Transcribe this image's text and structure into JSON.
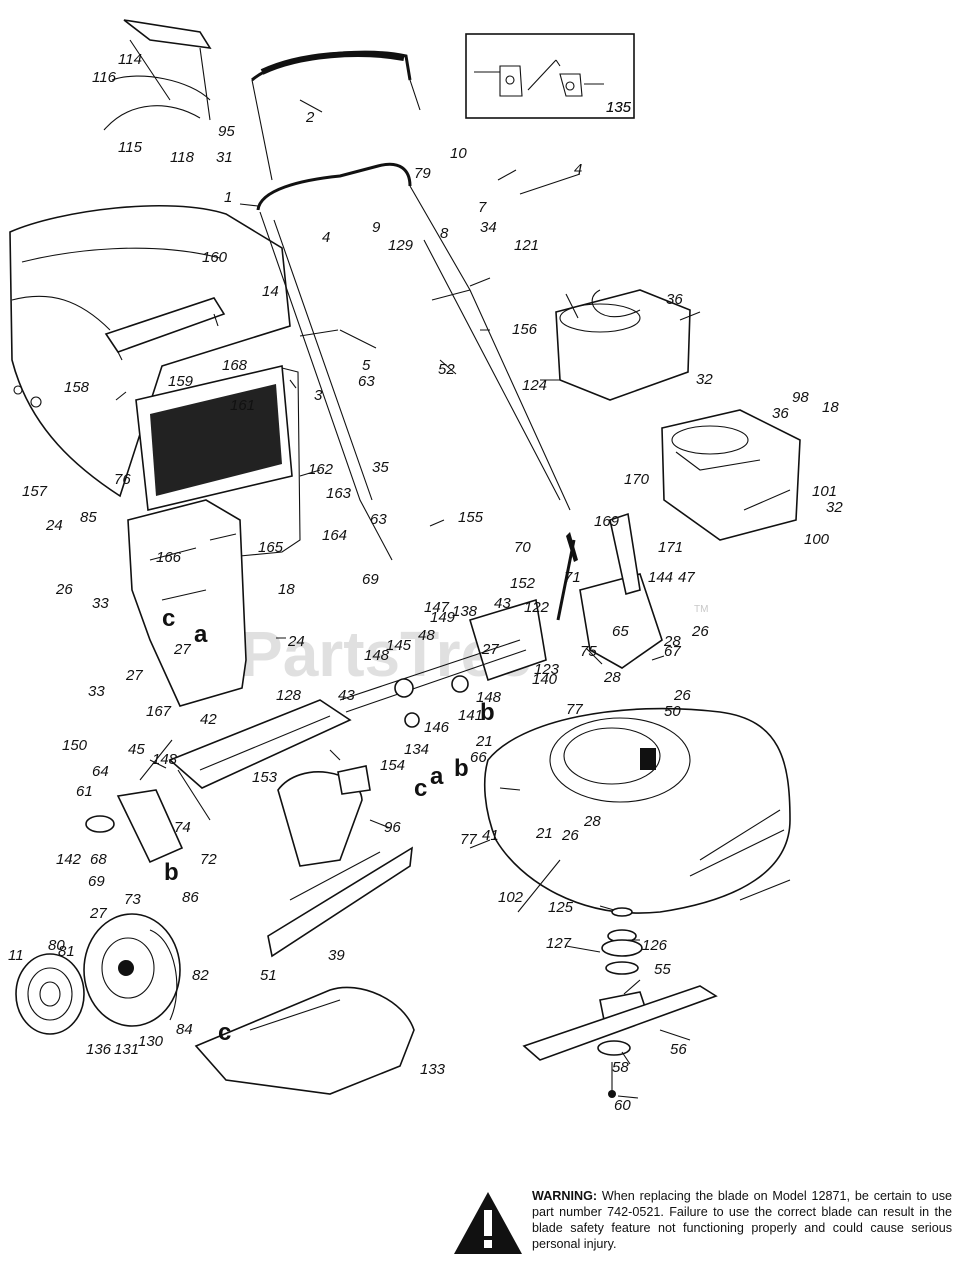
{
  "watermark": "PartsTree",
  "watermark_tm": "TM",
  "inset_label": "135",
  "ref_letters": [
    "a",
    "b",
    "c",
    "a",
    "b",
    "c",
    "b",
    "c"
  ],
  "part_labels": [
    "114",
    "116",
    "95",
    "115",
    "118",
    "31",
    "2",
    "135",
    "10",
    "79",
    "4",
    "7",
    "1",
    "4",
    "8",
    "34",
    "9",
    "129",
    "160",
    "14",
    "121",
    "36",
    "156",
    "168",
    "5",
    "63",
    "52",
    "124",
    "32",
    "158",
    "159",
    "161",
    "3",
    "157",
    "162",
    "163",
    "35",
    "98",
    "18",
    "36",
    "101",
    "32",
    "100",
    "76",
    "24",
    "85",
    "164",
    "165",
    "166",
    "63",
    "155",
    "26",
    "33",
    "18",
    "170",
    "169",
    "171",
    "27",
    "24",
    "69",
    "70",
    "147",
    "138",
    "43",
    "152",
    "122",
    "71",
    "144",
    "47",
    "33",
    "27",
    "149",
    "48",
    "145",
    "27",
    "28",
    "26",
    "148",
    "65",
    "75",
    "67",
    "28",
    "167",
    "128",
    "148",
    "123",
    "43",
    "140",
    "26",
    "141",
    "146",
    "134",
    "42",
    "21",
    "77",
    "50",
    "150",
    "45",
    "148",
    "64",
    "153",
    "154",
    "66",
    "61",
    "74",
    "142",
    "68",
    "72",
    "96",
    "21",
    "69",
    "73",
    "86",
    "28",
    "26",
    "41",
    "77",
    "102",
    "125",
    "126",
    "127",
    "55",
    "11",
    "81",
    "27",
    "80",
    "82",
    "136",
    "131",
    "130",
    "84",
    "39",
    "51",
    "133",
    "56",
    "58",
    "60"
  ],
  "warning": {
    "label": "WARNING:",
    "text": "When replacing the blade on Model 12871, be certain to use part number 742-0521. Failure to use the correct blade can result in the blade safety feature not functioning properly and could cause serious personal injury."
  }
}
